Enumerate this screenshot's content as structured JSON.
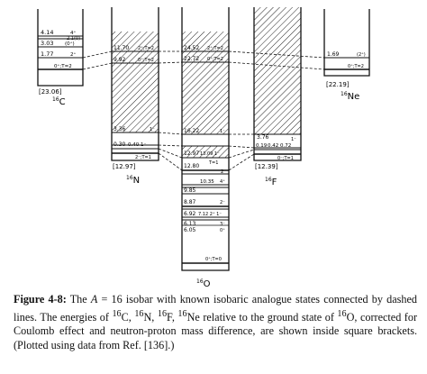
{
  "nuclei": [
    {
      "id": "C16",
      "label_sup": "16",
      "label_el": "C",
      "bracket": "[23.06]",
      "levels": [
        {
          "e": "4.14",
          "jp": "4⁺"
        },
        {
          "e": "",
          "jp": "2.1(0)"
        },
        {
          "e": "3.03",
          "jp": "(0⁺)"
        },
        {
          "e": "1.77",
          "jp": "2⁺"
        },
        {
          "e": "",
          "jp": "0⁺;T=2"
        }
      ]
    },
    {
      "id": "N16",
      "label_sup": "16",
      "label_el": "N",
      "bracket": "[12.97]",
      "levels": [
        {
          "e": "11.70",
          "jp": "2⁺;T=2"
        },
        {
          "e": "9.92",
          "jp": "0⁺;T=2"
        },
        {
          "e": "3.36",
          "jp": "1⁻"
        },
        {
          "e": "0.30",
          "jp": "0.40 1⁻"
        },
        {
          "e": "",
          "jp": "2⁻;T=1"
        }
      ]
    },
    {
      "id": "O16",
      "label_sup": "16",
      "label_el": "O",
      "bracket": "",
      "levels": [
        {
          "e": "24.52",
          "jp": "2⁺;T=2"
        },
        {
          "e": "22.72",
          "jp": "0⁺;T=2"
        },
        {
          "e": "16.22",
          "jp": "1⁻"
        },
        {
          "e": "12.97",
          "jp": "13.09 1⁻"
        },
        {
          "e": "12.80",
          "jp": "T=1"
        },
        {
          "e": "",
          "jp": "2⁻"
        },
        {
          "e": "10.35",
          "jp": "4⁺"
        },
        {
          "e": "9.85",
          "jp": ""
        },
        {
          "e": "8.87",
          "jp": "2⁻"
        },
        {
          "e": "6.92",
          "jp": "7.12 2⁺ 1⁻"
        },
        {
          "e": "6.13",
          "jp": "3⁻"
        },
        {
          "e": "6.05",
          "jp": "0⁺"
        },
        {
          "e": "",
          "jp": "0⁺;T=0"
        }
      ]
    },
    {
      "id": "F16",
      "label_sup": "16",
      "label_el": "F",
      "bracket": "[12.39]",
      "levels": [
        {
          "e": "3.76",
          "jp": "1⁻"
        },
        {
          "e": "0.19",
          "jp": "0.42 0.72"
        },
        {
          "e": "",
          "jp": "0⁻;T=1"
        }
      ]
    },
    {
      "id": "Ne16",
      "label_sup": "16",
      "label_el": "Ne",
      "bracket": "[22.19]",
      "levels": [
        {
          "e": "1.69",
          "jp": "(2⁺)"
        },
        {
          "e": "",
          "jp": "0⁺;T=2"
        }
      ]
    }
  ],
  "caption": {
    "label": "Figure 4-8:",
    "parts": [
      " The ",
      "A",
      " = 16 isobar with known isobaric analogue states connected by dashed lines. The energies of ",
      "16",
      "C, ",
      "16",
      "N, ",
      "16",
      "F, ",
      "16",
      "Ne relative to the ground state of ",
      "16",
      "O, corrected for Coulomb effect and neutron-proton mass difference, are shown inside square brackets. (Plotted using data from Ref. [136].)"
    ]
  }
}
